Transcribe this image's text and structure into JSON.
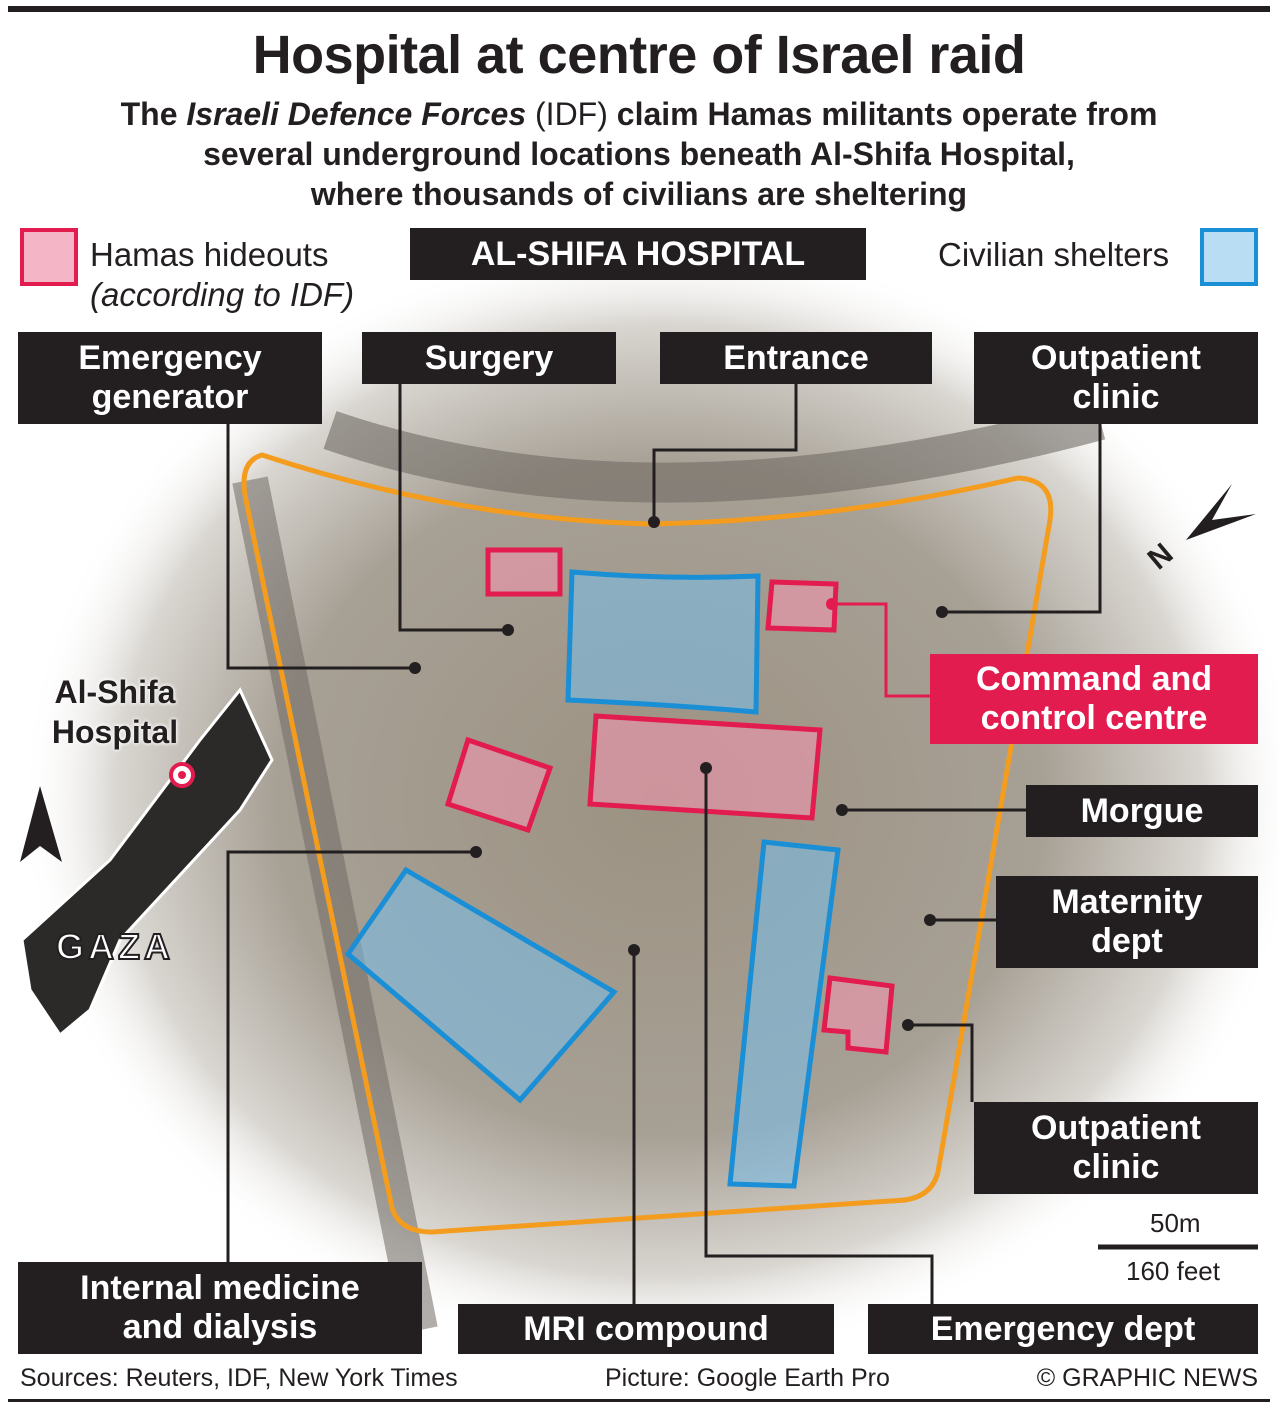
{
  "title": "Hospital at centre of Israel raid",
  "subtitle": {
    "pre": "The ",
    "italic": "Israeli Defence Forces",
    "abbr": " (IDF)",
    "line1_rest": " claim Hamas militants operate from",
    "line2": "several underground locations beneath Al-Shifa Hospital,",
    "line3": "where thousands of civilians are sheltering"
  },
  "legend": {
    "hamas_label": "Hamas hideouts",
    "hamas_note": "(according to IDF)",
    "civilian_label": "Civilian shelters",
    "hamas_color": "#e31c4f",
    "civilian_color": "#1a8fd6"
  },
  "map_title": "AL-SHIFA HOSPITAL",
  "labels": {
    "emergency_generator": [
      "Emergency",
      "generator"
    ],
    "surgery": "Surgery",
    "entrance": "Entrance",
    "outpatient_top": [
      "Outpatient",
      "clinic"
    ],
    "command": [
      "Command and",
      "control centre"
    ],
    "morgue": "Morgue",
    "maternity": [
      "Maternity",
      "dept"
    ],
    "outpatient_bottom": [
      "Outpatient",
      "clinic"
    ],
    "internal_medicine": [
      "Internal medicine",
      "and dialysis"
    ],
    "mri": "MRI compound",
    "emergency_dept": "Emergency dept"
  },
  "scale": {
    "metric": "50m",
    "imperial": "160 feet"
  },
  "inset": {
    "hospital": [
      "Al-Shifa",
      "Hospital"
    ],
    "region": "GAZA"
  },
  "compass": {
    "north": "N"
  },
  "footer": {
    "sources": "Sources: Reuters, IDF, New York Times",
    "picture": "Picture: Google Earth Pro",
    "copyright": "© GRAPHIC NEWS"
  }
}
